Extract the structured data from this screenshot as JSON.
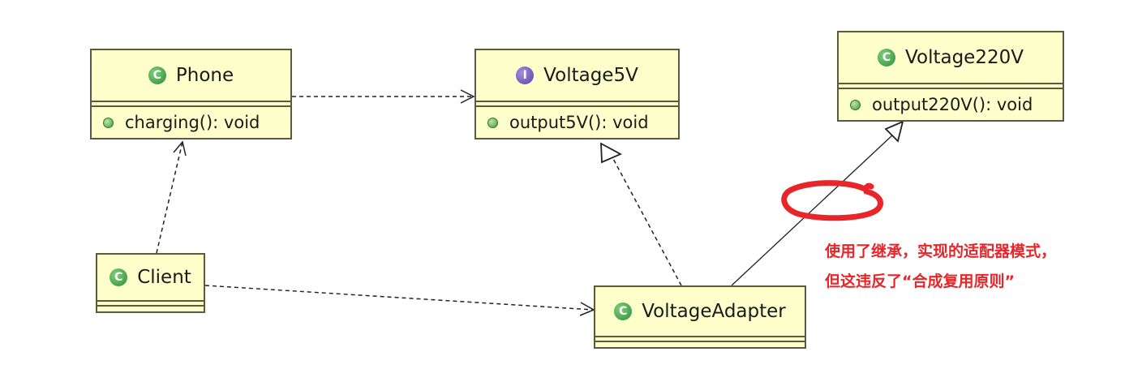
{
  "diagram": {
    "classes": [
      {
        "id": "phone",
        "kind": "class",
        "badge": "C",
        "name": "Phone",
        "method": "charging(): void"
      },
      {
        "id": "voltage5v",
        "kind": "interface",
        "badge": "I",
        "name": "Voltage5V",
        "method": "output5V(): void"
      },
      {
        "id": "voltage220v",
        "kind": "class",
        "badge": "C",
        "name": "Voltage220V",
        "method": "output220V(): void"
      },
      {
        "id": "client",
        "kind": "class",
        "badge": "C",
        "name": "Client",
        "method": ""
      },
      {
        "id": "adapter",
        "kind": "class",
        "badge": "C",
        "name": "VoltageAdapter",
        "method": ""
      }
    ],
    "relations": [
      {
        "from": "phone",
        "to": "voltage5v",
        "type": "dependency"
      },
      {
        "from": "client",
        "to": "phone",
        "type": "dependency"
      },
      {
        "from": "client",
        "to": "adapter",
        "type": "dependency"
      },
      {
        "from": "adapter",
        "to": "voltage5v",
        "type": "realization"
      },
      {
        "from": "adapter",
        "to": "voltage220v",
        "type": "inheritance"
      }
    ]
  },
  "annotation": {
    "line1": "使用了继承，实现的适配器模式，",
    "line2": "但这违反了“合成复用原则”",
    "color": "#e8262a"
  },
  "colors": {
    "box_fill": "#ffffcc",
    "box_border": "#5a5a3c",
    "class_badge": "#2e8b3a",
    "interface_badge": "#5b3fa8",
    "method_dot": "#3f9a3a"
  }
}
